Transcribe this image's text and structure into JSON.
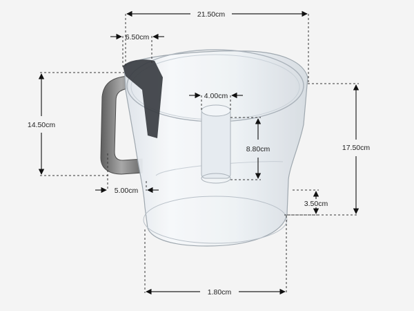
{
  "image": {
    "subject": "food-processor-bowl",
    "background_color": "#f4f4f4",
    "handle_color": "#7a7a7a",
    "lid_collar_color": "#3a3d42",
    "bowl_tint": "#e9eef3"
  },
  "dimensions": {
    "top_width": "21.50cm",
    "handle_gap": "6.50cm",
    "spindle_width": "4.00cm",
    "handle_height": "14.50cm",
    "total_height": "17.50cm",
    "spindle_height": "8.80cm",
    "base_offset": "5.00cm",
    "base_step": "3.50cm",
    "base_width": "1.80cm"
  }
}
